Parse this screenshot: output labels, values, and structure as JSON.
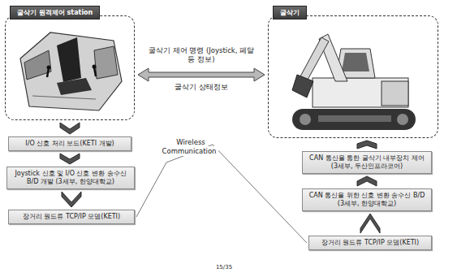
{
  "diagram": {
    "nodes": [
      {
        "text": [
          "굴삭기 원격제어 station"
        ]
      },
      {
        "text": [
          "굴삭기"
        ]
      },
      {
        "text": [
          "I/O 신호 처리 보드(KETI 개발)"
        ]
      },
      {
        "text": [
          "Joystick 신호 및 I/O 신호 변환 송수신 B/D 개발 (3세부, 한양대학교)"
        ]
      },
      {
        "text": [
          "장거리 원드류 TCP/IP 모뎀(KETI)"
        ]
      },
      {
        "text": [
          "CAN 통신을 통한 굴삭기 내부장치 제어 (3세부, 두산인프라코어)"
        ]
      },
      {
        "text": [
          "CAN 통신을 위한 신호 변환 송수신 B/D (3세부, 한양대학교)"
        ]
      },
      {
        "text": [
          "장거리 원드류 TCP/IP 모뎀(KETI)"
        ]
      }
    ],
    "edges": [
      {
        "from": 0,
        "to": 1,
        "arrow": "both",
        "label": "굴삭기 제어 명령 (Joystick, 페달등 정보)"
      },
      {
        "from": 0,
        "to": 2,
        "arrow": "to"
      },
      {
        "from": 2,
        "to": 3,
        "arrow": "to"
      },
      {
        "from": 3,
        "to": 4,
        "arrow": "to"
      },
      {
        "from": 4,
        "to": 7,
        "arrow": "none",
        "label": "Wireless Communication"
      },
      {
        "from": 7,
        "to": 6,
        "arrow": "to"
      },
      {
        "from": 6,
        "to": 5,
        "arrow": "to"
      },
      {
        "from": 5,
        "to": 1,
        "arrow": "to"
      }
    ],
    "labels": [
      "굴삭기 상태정보",
      "15/35"
    ]
  }
}
